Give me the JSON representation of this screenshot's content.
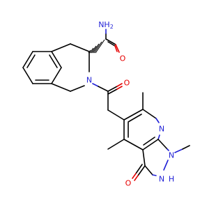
{
  "molecule": {
    "atoms": {
      "amide_n": "NH",
      "amide_n_sub": "2",
      "amide_o": "O",
      "ring_n": "N",
      "acyl_o": "O",
      "pyridine_n": "N",
      "pyrazole_n1": "N",
      "pyrazole_nh": "N",
      "pyrazole_nh_h": "H",
      "pyrazolone_o": "O"
    },
    "colors": {
      "bond": "#000000",
      "nitrogen": "#1f1fd6",
      "oxygen": "#e60000",
      "background": "#ffffff"
    }
  }
}
